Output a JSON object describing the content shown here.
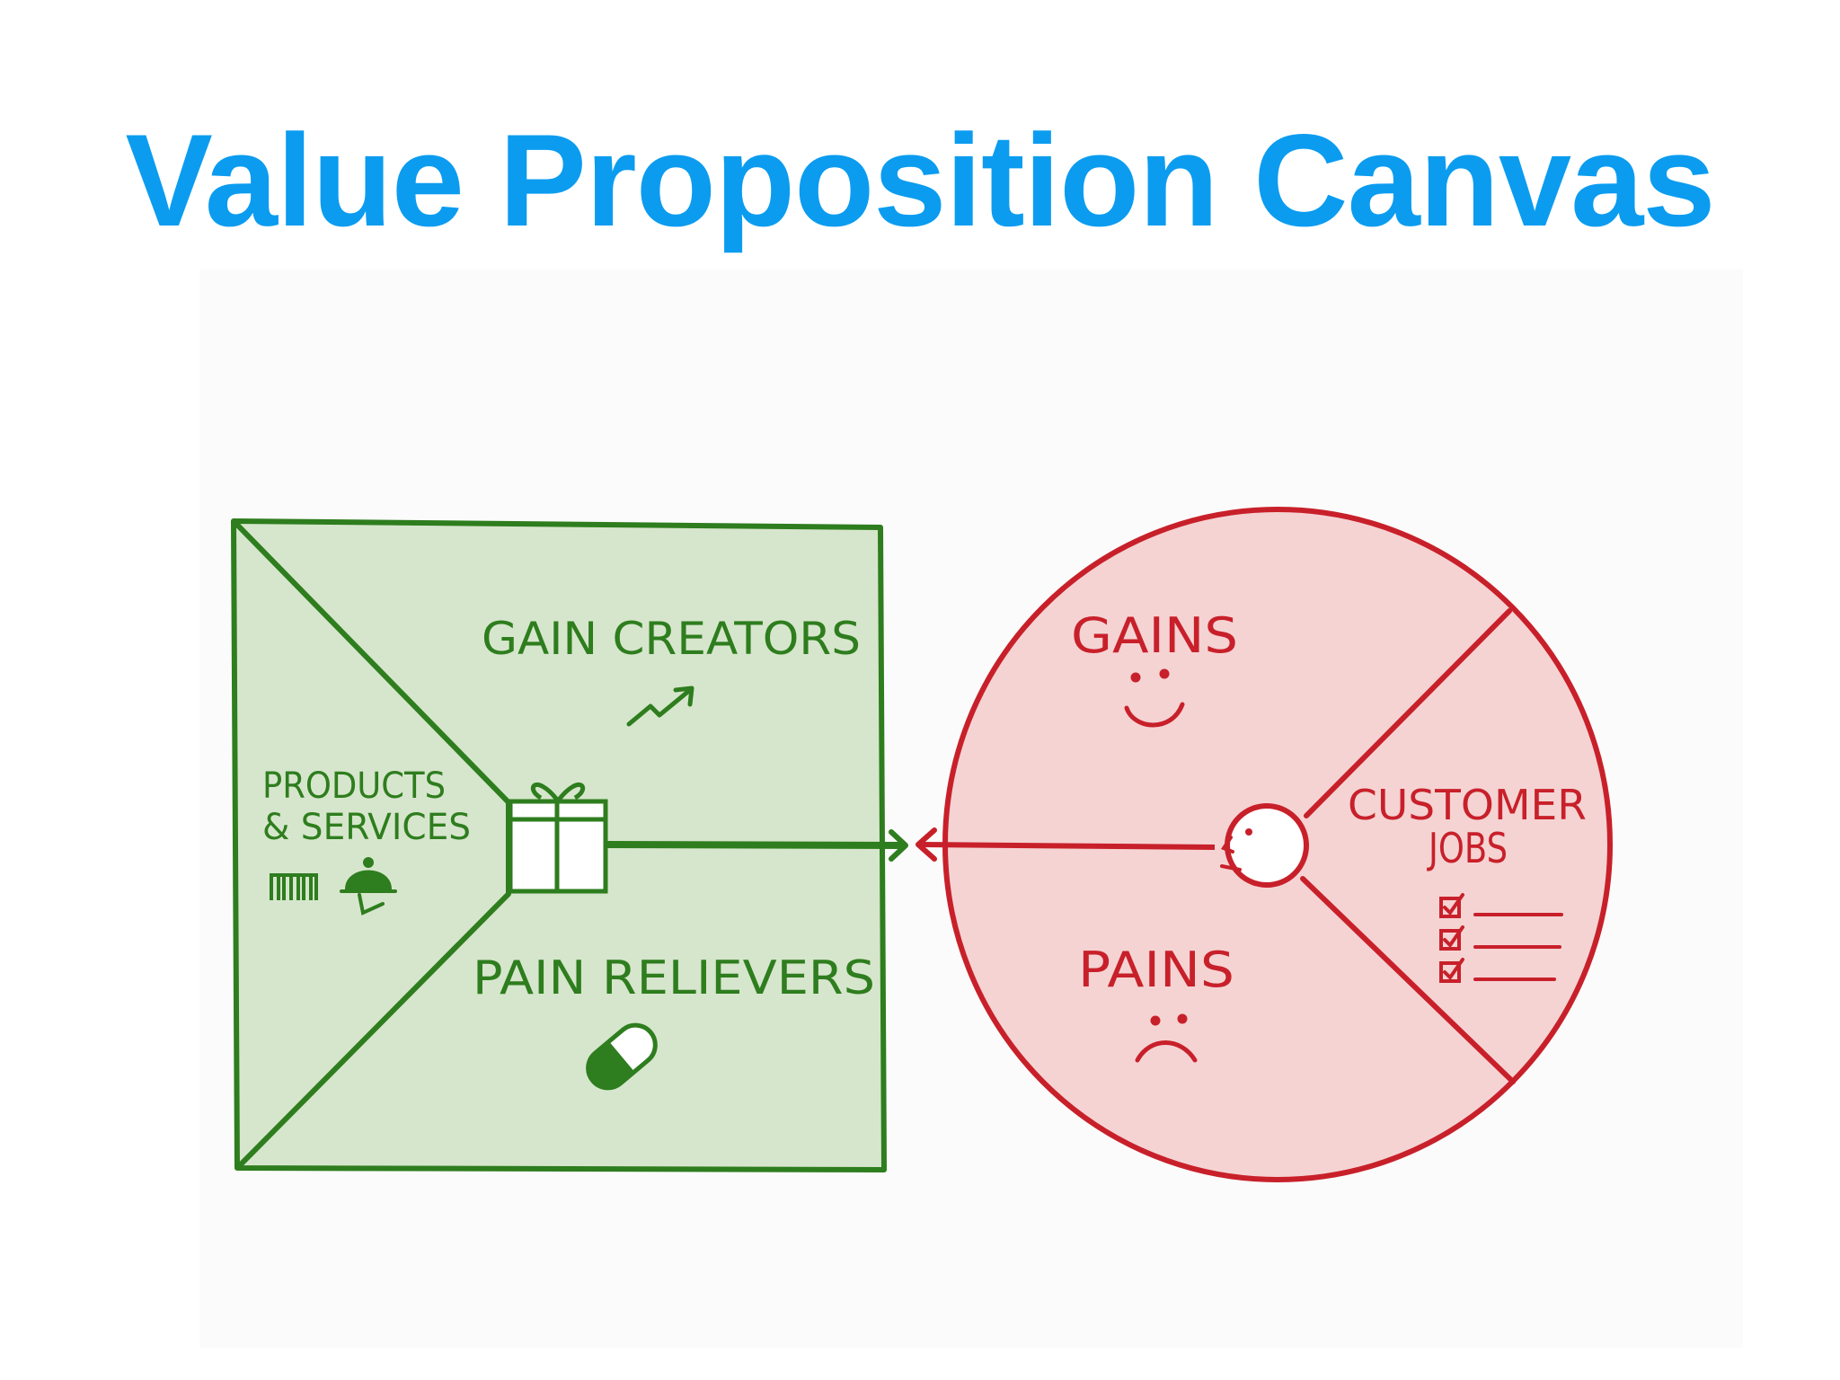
{
  "title": "Value Proposition Canvas",
  "colors": {
    "title": "#0b9cf0",
    "value_map_stroke": "#2e7d1e",
    "value_map_fill": "#d6e6cc",
    "customer_stroke": "#c8202a",
    "customer_fill": "#f5d3d3"
  },
  "value_map": {
    "gain_creators": "GAIN CREATORS",
    "pain_relievers": "PAIN RELIEVERS",
    "products_line1": "PRODUCTS",
    "products_line2": "& SERVICES",
    "icons": [
      "trend-arrow-icon",
      "gift-icon",
      "pill-icon",
      "barcode-icon",
      "service-bell-icon"
    ]
  },
  "customer_profile": {
    "gains": "GAINS",
    "pains": "PAINS",
    "jobs_line1": "CUSTOMER",
    "jobs_line2": "JOBS",
    "icons": [
      "smiley-face-icon",
      "sad-face-icon",
      "checklist-icon",
      "customer-head-icon"
    ]
  }
}
